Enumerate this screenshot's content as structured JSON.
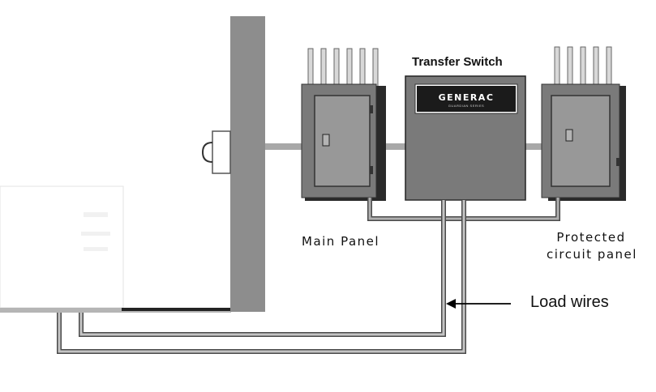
{
  "labels": {
    "transfer_switch": "Transfer Switch",
    "main_panel": "Main Panel",
    "protected_line1": "Protected",
    "protected_line2": "circuit panel",
    "load_wires": "Load wires"
  },
  "brand": {
    "name": "GENERAC",
    "subtitle": "GUARDIAN SERIES"
  },
  "colors": {
    "wall": "#8d8d8d",
    "panel_body": "#7a7a7a",
    "panel_door": "#989898",
    "panel_shadow": "#2a2a2a",
    "conduit": "#a8a8a8",
    "wire_dark": "#8a8a8a",
    "arrow": "#000000"
  }
}
